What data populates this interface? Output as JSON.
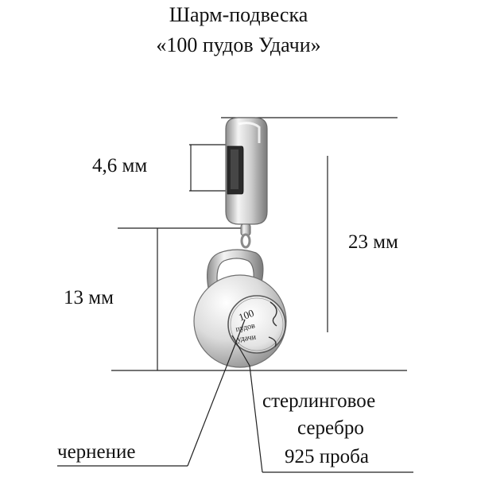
{
  "title": {
    "line1": "Шарм-подвеска",
    "line2": "«100 пудов Удачи»"
  },
  "dimensions": {
    "bail_hole": "4,6 мм",
    "total_height": "23 мм",
    "pendant_height": "13 мм"
  },
  "callouts": {
    "blackening": "чернение",
    "material_line1": "стерлинговое",
    "material_line2": "серебро",
    "material_line3": "925 проба"
  },
  "engraving": {
    "number": "100",
    "line2": "пудов",
    "line3": "удачи"
  }
}
